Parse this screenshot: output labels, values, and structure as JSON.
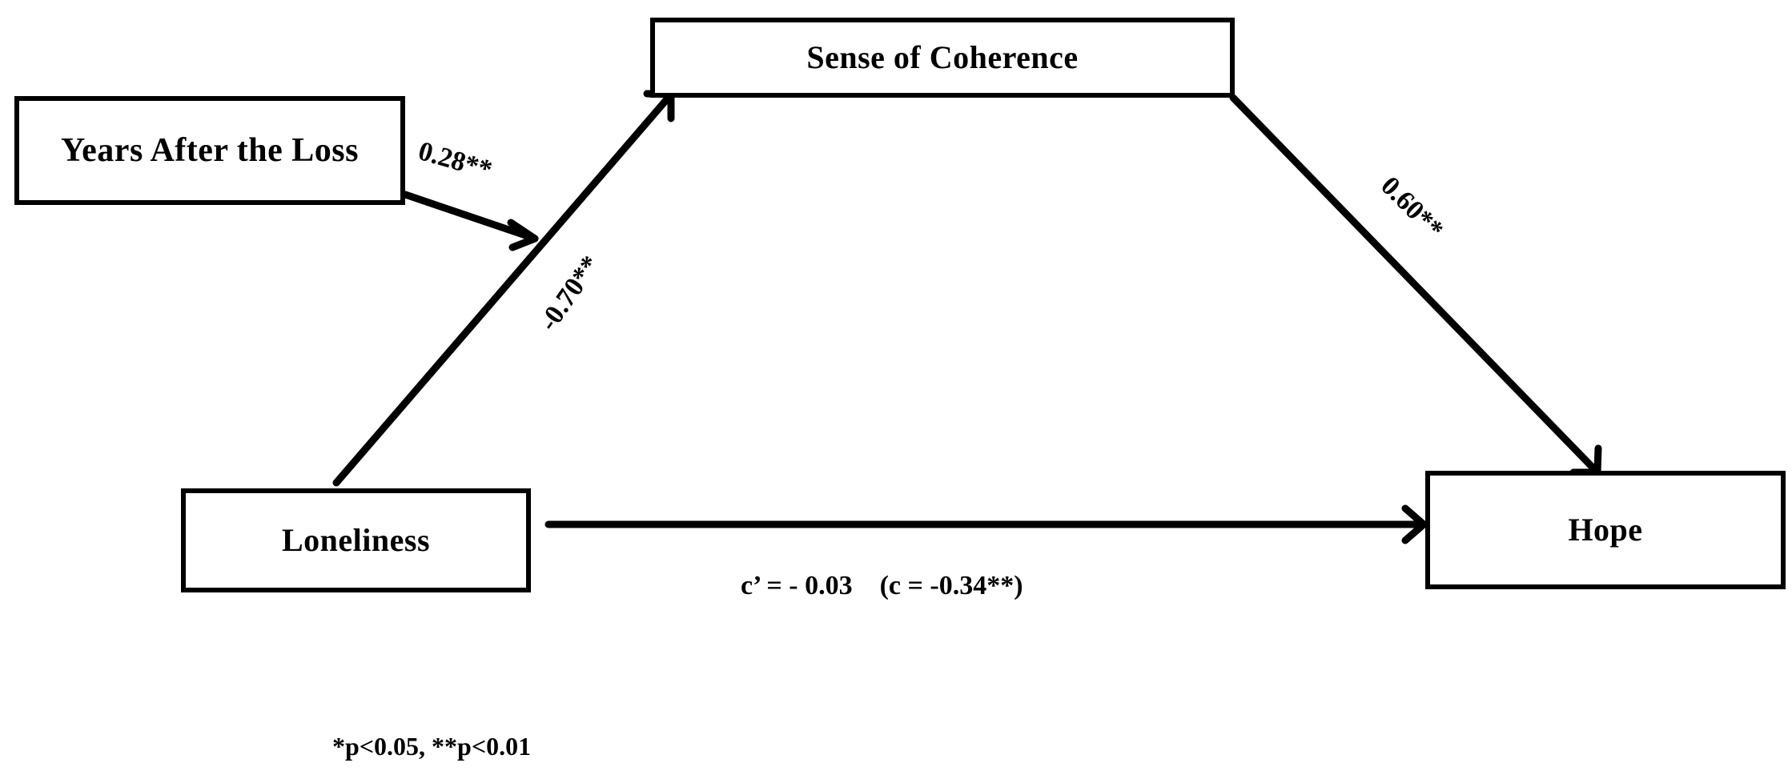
{
  "nodes": {
    "years_after_loss": "Years After the Loss",
    "sense_of_coherence": "Sense of Coherence",
    "loneliness": "Loneliness",
    "hope": "Hope"
  },
  "paths": {
    "moderation": "0.28**",
    "loneliness_to_coherence": "-0.70**",
    "coherence_to_hope": "0.60**",
    "direct_effect": "c’ = - 0.03    (c = -0.34**)"
  },
  "footnote": "*p<0.05, **p<0.01",
  "colors": {
    "ink": "#000000",
    "background": "#ffffff"
  }
}
